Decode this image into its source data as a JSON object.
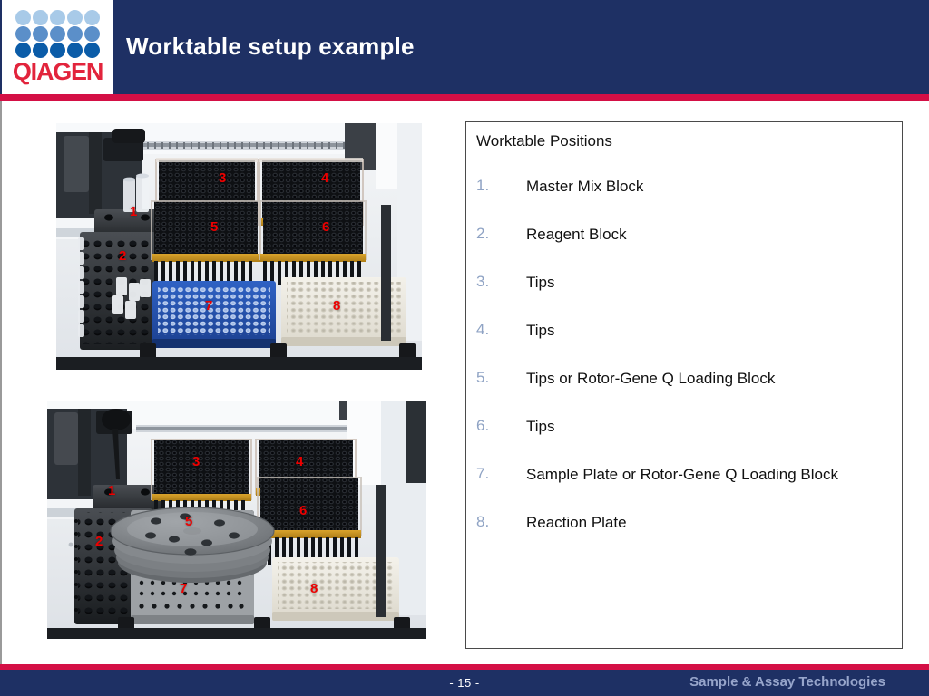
{
  "header": {
    "title": "Worktable setup example",
    "logo_wordmark": "QIAGEN",
    "logo_alt": "QIAGEN logo",
    "accent_navy": "#1e3064",
    "accent_red": "#d40f45"
  },
  "panel": {
    "title": "Worktable Positions",
    "items": [
      {
        "num": "1.",
        "label": "Master Mix Block"
      },
      {
        "num": "2.",
        "label": "Reagent Block"
      },
      {
        "num": "3.",
        "label": "Tips"
      },
      {
        "num": "4.",
        "label": "Tips"
      },
      {
        "num": "5.",
        "label": "Tips or Rotor-Gene Q Loading Block"
      },
      {
        "num": "6.",
        "label": "Tips"
      },
      {
        "num": "7.",
        "label": "Sample Plate or Rotor-Gene Q Loading Block"
      },
      {
        "num": "8.",
        "label": "Reaction Plate"
      }
    ]
  },
  "photos": {
    "top": {
      "caption_numbers": [
        "1",
        "2",
        "3",
        "4",
        "5",
        "6",
        "7",
        "8"
      ],
      "label_color": "#ee0000"
    },
    "bottom": {
      "caption_numbers": [
        "1",
        "2",
        "3",
        "4",
        "5",
        "6",
        "7",
        "8"
      ],
      "label_color": "#ee0000"
    }
  },
  "footer": {
    "page_number": "- 15 -",
    "tagline": "Sample & Assay Technologies",
    "tagline_color": "#97a5cb"
  }
}
